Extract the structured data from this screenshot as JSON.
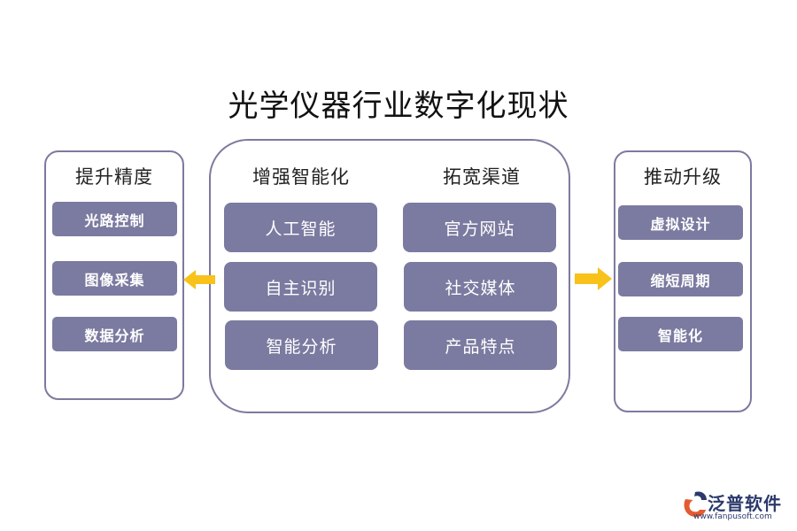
{
  "title": "光学仪器行业数字化现状",
  "left_panel": {
    "heading": "提升精度",
    "items": [
      "光路控制",
      "图像采集",
      "数据分析"
    ]
  },
  "middle_panel": {
    "left_heading": "增强智能化",
    "left_items": [
      "人工智能",
      "自主识别",
      "智能分析"
    ],
    "right_heading": "拓宽渠道",
    "right_items": [
      "官方网站",
      "社交媒体",
      "产品特点"
    ]
  },
  "right_panel": {
    "heading": "推动升级",
    "items": [
      "虚拟设计",
      "缩短周期",
      "智能化"
    ]
  },
  "logo": {
    "name": "泛普软件",
    "url": "www.fanpusoft.com"
  },
  "colors": {
    "box_fill": "#7b7aa0",
    "panel_border": "#7c7a9e",
    "arrow": "#f8c21a"
  }
}
